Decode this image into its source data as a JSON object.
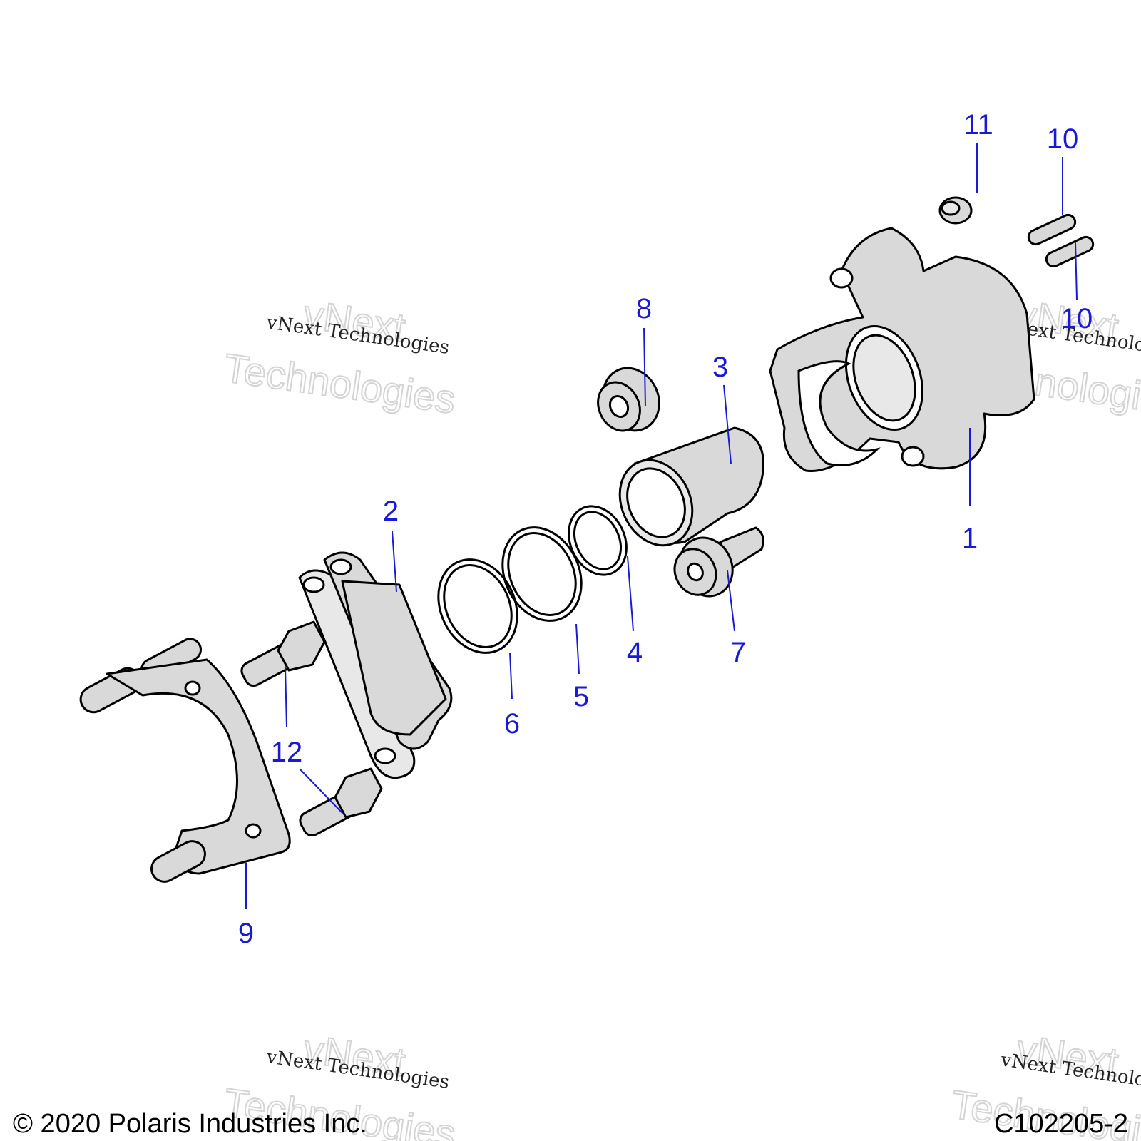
{
  "callouts": {
    "c1": "1",
    "c2": "2",
    "c3": "3",
    "c4": "4",
    "c5": "5",
    "c6": "6",
    "c7": "7",
    "c8": "8",
    "c9": "9",
    "c10a": "10",
    "c10b": "10",
    "c11": "11",
    "c12": "12"
  },
  "watermark": {
    "small": "vNext Technologies",
    "big_line1": "vNext",
    "big_line2": "Technologies"
  },
  "footer": {
    "copyright": "© 2020 Polaris Industries Inc.",
    "diagram_id": "C102205-2"
  },
  "colors": {
    "callout": "#1a1ad6",
    "part_fill": "#d9d9d9"
  }
}
